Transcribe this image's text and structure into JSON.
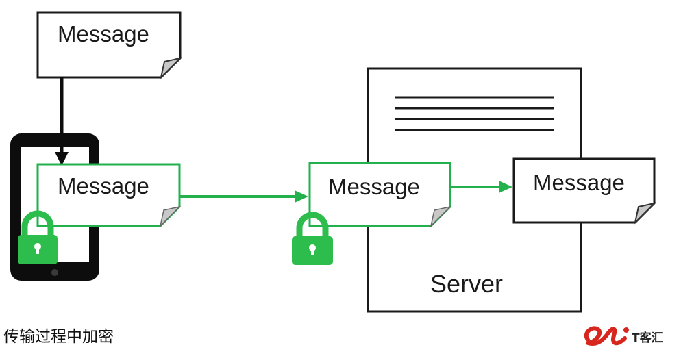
{
  "documents": {
    "source": {
      "label": "Message"
    },
    "phone_encrypted": {
      "label": "Message"
    },
    "server_encrypted": {
      "label": "Message"
    },
    "server_decrypted": {
      "label": "Message"
    }
  },
  "server": {
    "label": "Server"
  },
  "caption": "传输过程中加密",
  "logo": {
    "text": "T客汇"
  },
  "colors": {
    "encrypted": "#22b14c",
    "lock": "#2cbd4c",
    "plain": "#000000",
    "logo_red": "#d7261e"
  },
  "icons": {
    "phone": "smartphone-icon",
    "lock": "lock-icon",
    "arrow": "arrow-icon"
  }
}
